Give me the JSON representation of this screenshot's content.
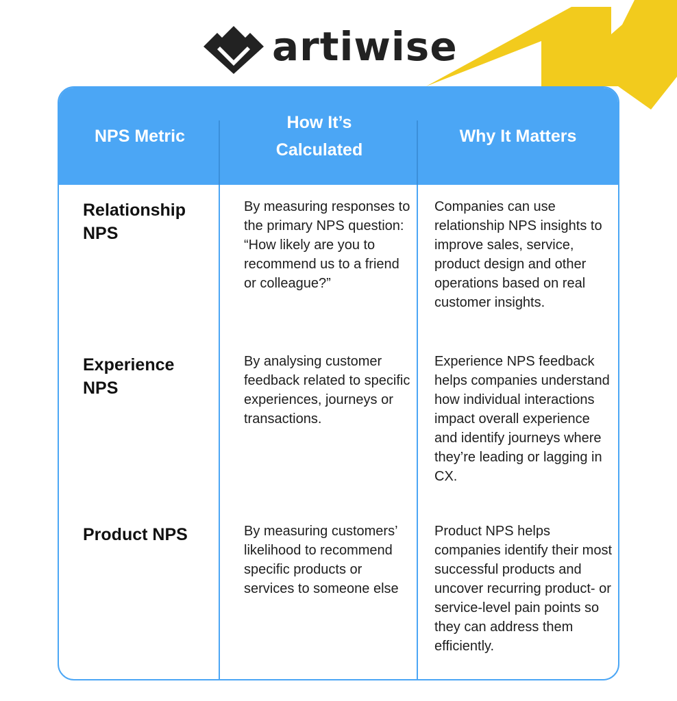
{
  "brand": {
    "name": "artiwise",
    "logo_icon": "artiwise-logo-icon",
    "accent_color": "#4ba6f5",
    "decor_color": "#f2cb1d"
  },
  "table": {
    "headers": [
      "NPS Metric",
      "How It’s Calculated",
      "Why It Matters"
    ],
    "rows": [
      {
        "metric": "Relationship NPS",
        "how": "By measuring responses to the primary NPS question: “How likely are you to recommend us to a friend or colleague?”",
        "why": "Companies can use relationship NPS insights to improve sales, service, product design and other operations based on real customer insights."
      },
      {
        "metric": "Experience NPS",
        "how": "By analysing customer feedback related to specific experiences, journeys or transactions.",
        "why": "Experience NPS feedback helps companies understand how individual interactions impact overall experience and identify journeys where they’re leading or lagging in CX."
      },
      {
        "metric": "Product NPS",
        "how": "By measuring customers’ likelihood to recommend specific products or services to someone else",
        "why": "Product NPS helps companies identify their most successful products and uncover recurring product- or service-level pain points so they can address them efficiently."
      }
    ]
  }
}
